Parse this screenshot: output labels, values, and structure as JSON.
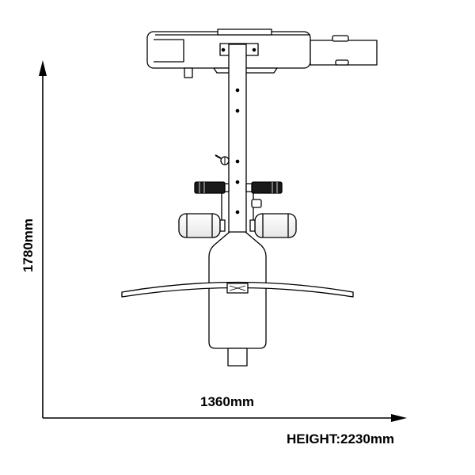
{
  "dimensions": {
    "width_label": "1360mm",
    "depth_label": "1780mm",
    "height_label": "HEIGHT:2230mm"
  },
  "colors": {
    "line": "#000000",
    "fill": "#ffffff",
    "pad_dark": "#1a1a1a"
  }
}
